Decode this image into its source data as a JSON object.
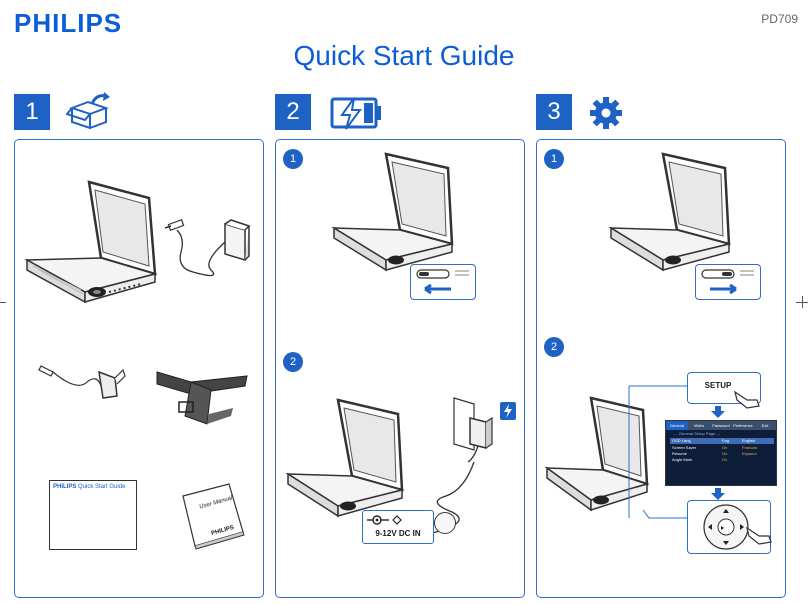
{
  "header": {
    "brand": "PHILIPS",
    "model": "PD709",
    "title": "Quick Start Guide"
  },
  "steps": [
    {
      "number": "1",
      "icon": "open-box-icon"
    },
    {
      "number": "2",
      "icon": "battery-charge-icon"
    },
    {
      "number": "3",
      "icon": "gear-icon"
    }
  ],
  "panel1": {
    "booklet_brand": "PHILIPS",
    "booklet_title": "Quick Start Guide",
    "manual_title": "User Manual",
    "manual_brand": "PHILIPS"
  },
  "panel2": {
    "sub1": "1",
    "sub2": "2",
    "dc_label": "9-12V DC IN"
  },
  "panel3": {
    "sub1": "1",
    "sub2": "2",
    "setup_label": "SETUP",
    "osd": {
      "tabs": [
        "General",
        "Video",
        "Password",
        "Preference",
        "Exit"
      ],
      "page_title": "- - General Setup Page - -",
      "rows": [
        {
          "label": "OSD Lang",
          "value": "Eng",
          "option": "English"
        },
        {
          "label": "Screen Saver",
          "value": "On",
          "option": "Francais"
        },
        {
          "label": "Resume",
          "value": "On",
          "option": "Espanol"
        },
        {
          "label": "Angle Mark",
          "value": "On",
          "option": ""
        }
      ]
    }
  },
  "colors": {
    "accent": "#1f62c6",
    "panel_border": "#2f6fc9",
    "brand": "#0b5ed7"
  }
}
